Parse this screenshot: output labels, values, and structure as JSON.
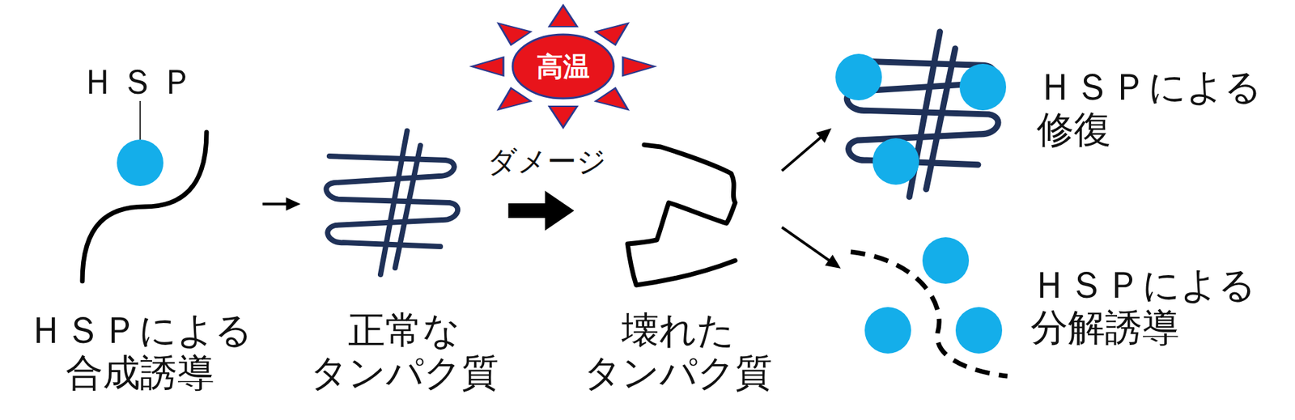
{
  "diagram": {
    "nodes": [
      {
        "text": [
          "ＨＳＰによる 合成誘導"
        ]
      },
      {
        "text": [
          "正常な タンパク質"
        ]
      },
      {
        "text": [
          "壊れた タンパク質"
        ]
      },
      {
        "text": [
          "ＨＳＰによる 修復"
        ]
      },
      {
        "text": [
          "ＨＳＰによる 分解誘導"
        ]
      }
    ],
    "edges": [
      {
        "from": 0,
        "to": 1,
        "arrow": "to"
      },
      {
        "from": 1,
        "to": 2,
        "arrow": "to"
      },
      {
        "from": 2,
        "to": 3,
        "arrow": "to"
      },
      {
        "from": 2,
        "to": 4,
        "arrow": "to"
      }
    ],
    "labels": [
      "ＨＳＰ",
      "高温",
      "ダメージ"
    ]
  }
}
